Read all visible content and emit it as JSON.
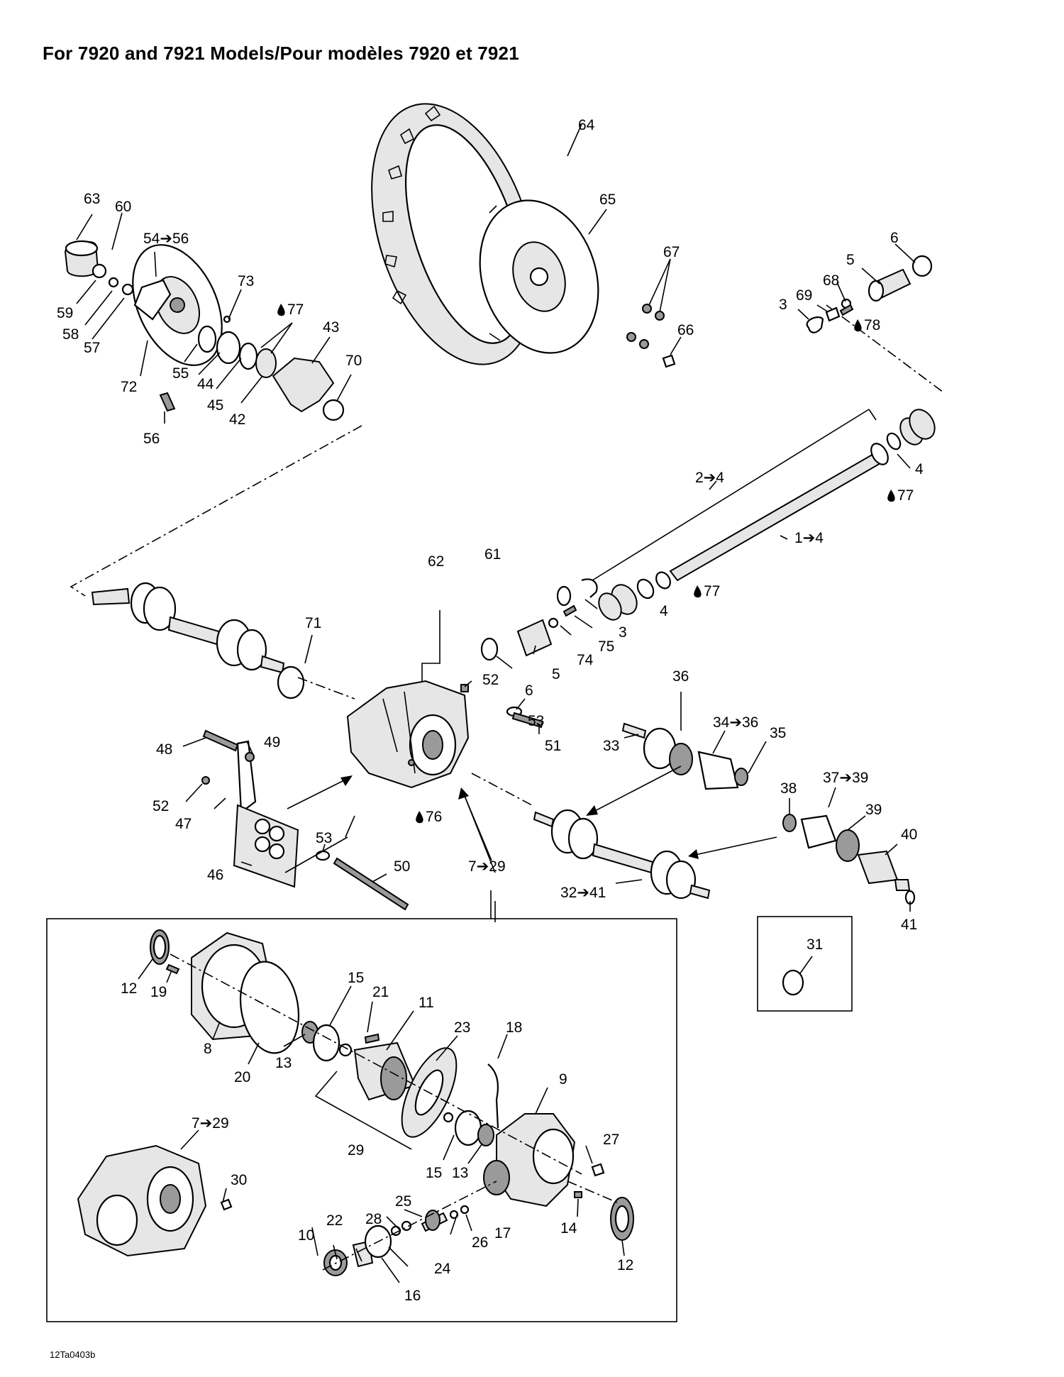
{
  "title": "For 7920 and 7921 Models/Pour modèles 7920 et 7921",
  "figure_code": "12Ta0403b",
  "callouts": {
    "c64": "64",
    "c65": "65",
    "c67": "67",
    "c66": "66",
    "c63": "63",
    "c60": "60",
    "c54_56": "54➔56",
    "c73": "73",
    "c77a": "77",
    "c43": "43",
    "c70": "70",
    "c59": "59",
    "c58": "58",
    "c57": "57",
    "c72": "72",
    "c55": "55",
    "c44": "44",
    "c45": "45",
    "c42": "42",
    "c56": "56",
    "c6a": "6",
    "c5a": "5",
    "c68": "68",
    "c69": "69",
    "c3a": "3",
    "c78": "78",
    "c4a": "4",
    "c77b": "77",
    "c2_4": "2➔4",
    "c1_4": "1➔4",
    "c62": "62",
    "c61": "61",
    "c77c": "77",
    "c4b": "4",
    "c3b": "3",
    "c75": "75",
    "c74": "74",
    "c5b": "5",
    "c6b": "6",
    "c71": "71",
    "c52a": "52",
    "c53a": "53",
    "c51": "51",
    "c48": "48",
    "c49": "49",
    "c52b": "52",
    "c47": "47",
    "c76": "76",
    "c46": "46",
    "c53b": "53",
    "c50": "50",
    "c7_29a": "7➔29",
    "c36": "36",
    "c34_36": "34➔36",
    "c35": "35",
    "c33": "33",
    "c38": "38",
    "c37_39": "37➔39",
    "c39": "39",
    "c40": "40",
    "c32_41": "32➔41",
    "c41": "41",
    "c31": "31",
    "c12a": "12",
    "c19": "19",
    "c15a": "15",
    "c21": "21",
    "c11": "11",
    "c23": "23",
    "c18": "18",
    "c8": "8",
    "c20": "20",
    "c13a": "13",
    "c29": "29",
    "c9": "9",
    "c7_29b": "7➔29",
    "c15b": "15",
    "c13b": "13",
    "c27": "27",
    "c30": "30",
    "c25": "25",
    "c28": "28",
    "c22": "22",
    "c10": "10",
    "c26": "26",
    "c17": "17",
    "c14": "14",
    "c24": "24",
    "c16": "16",
    "c12b": "12"
  },
  "icons": {
    "drop": "oil-drop-icon",
    "arrow": "right-arrow-glyph"
  }
}
